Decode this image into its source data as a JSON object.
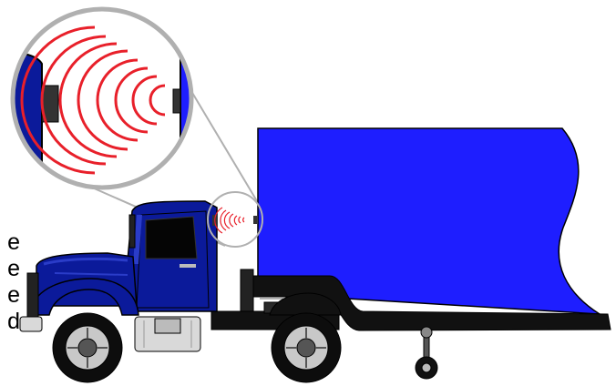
{
  "colors": {
    "trailer_blue": "#1e1eff",
    "cab_navy": "#0b1a9a",
    "cab_highlight": "#2a3cc8",
    "wave_red": "#e8202a",
    "zoom_gray": "#b0b0b0",
    "chassis_black": "#111111",
    "tire_black": "#0d0d0d",
    "rim_gray": "#c8c8c8",
    "chrome": "#d9d9d9"
  },
  "edge_text": [
    "e",
    "e",
    "e",
    "d"
  ],
  "icons": {
    "sensor": "sensor-icon",
    "signal": "signal-waves-icon"
  }
}
